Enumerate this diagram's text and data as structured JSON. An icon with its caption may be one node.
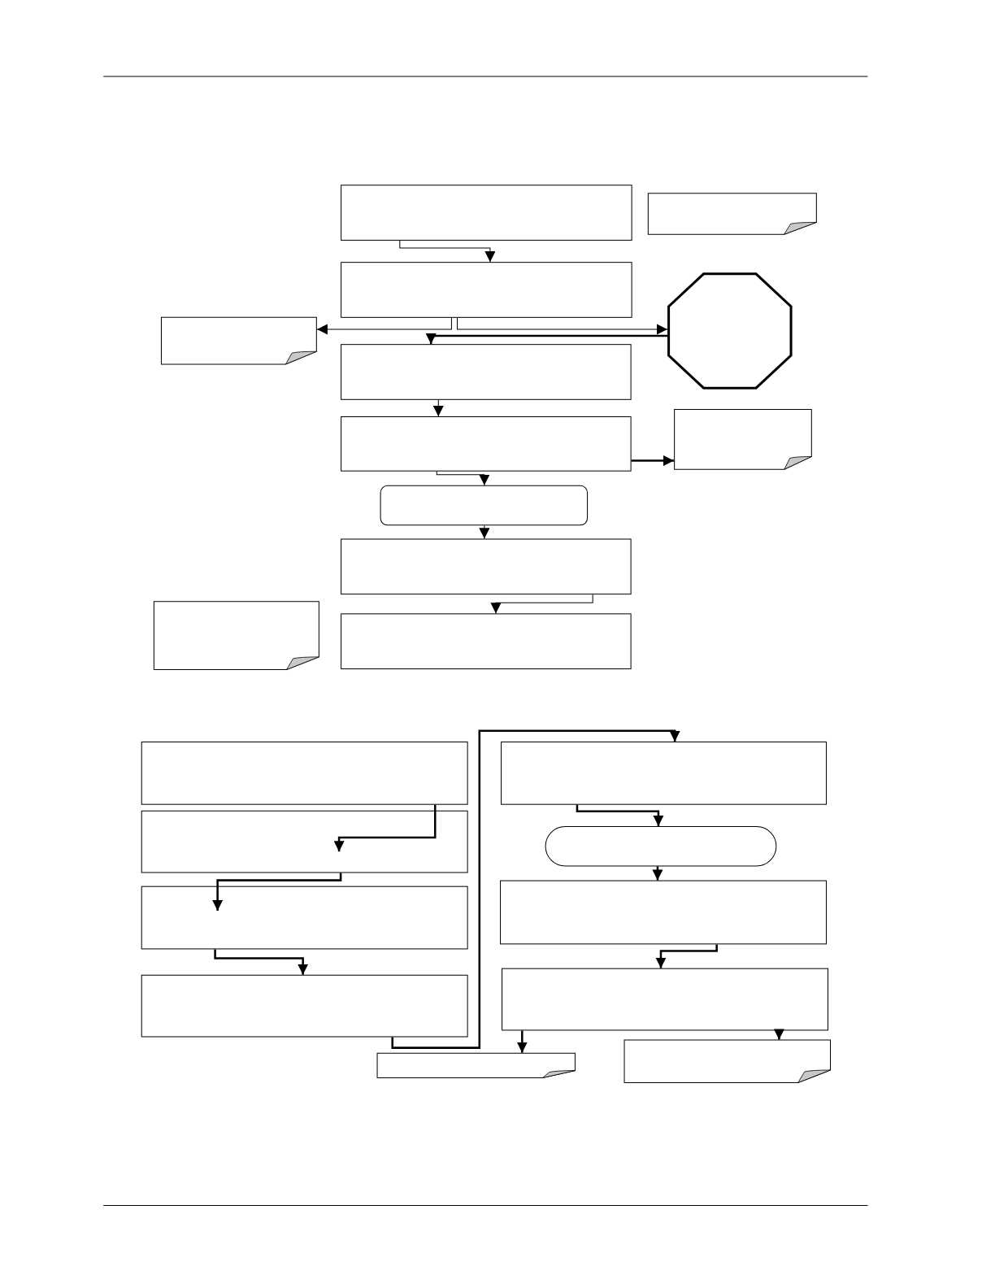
{
  "diagram": {
    "nodes": [
      {
        "text": [],
        "shape": "box"
      },
      {
        "text": [],
        "shape": "note"
      },
      {
        "text": [],
        "shape": "box"
      },
      {
        "text": [],
        "shape": "octagon"
      },
      {
        "text": [],
        "shape": "note"
      },
      {
        "text": [],
        "shape": "box"
      },
      {
        "text": [],
        "shape": "box"
      },
      {
        "text": [],
        "shape": "note"
      },
      {
        "text": [],
        "shape": "rounded"
      },
      {
        "text": [],
        "shape": "box"
      },
      {
        "text": [],
        "shape": "note"
      },
      {
        "text": [],
        "shape": "box"
      },
      {
        "text": [],
        "shape": "box"
      },
      {
        "text": [],
        "shape": "box"
      },
      {
        "text": [],
        "shape": "box"
      },
      {
        "text": [],
        "shape": "box"
      },
      {
        "text": [],
        "shape": "note"
      },
      {
        "text": [],
        "shape": "box"
      },
      {
        "text": [],
        "shape": "pill"
      },
      {
        "text": [],
        "shape": "box"
      },
      {
        "text": [],
        "shape": "box"
      },
      {
        "text": [],
        "shape": "note"
      }
    ],
    "edges": [
      {
        "from": 0,
        "to": 2,
        "arrow": "to"
      },
      {
        "from": 2,
        "to": 4,
        "arrow": "to"
      },
      {
        "from": 2,
        "to": 3,
        "arrow": "to"
      },
      {
        "from": 3,
        "to": 5,
        "arrow": "to"
      },
      {
        "from": 5,
        "to": 6,
        "arrow": "to"
      },
      {
        "from": 6,
        "to": 8,
        "arrow": "to"
      },
      {
        "from": 6,
        "to": 7,
        "arrow": "to"
      },
      {
        "from": 8,
        "to": 9,
        "arrow": "to"
      },
      {
        "from": 9,
        "to": 11,
        "arrow": "to"
      },
      {
        "from": 12,
        "to": 13,
        "arrow": "to"
      },
      {
        "from": 13,
        "to": 14,
        "arrow": "to"
      },
      {
        "from": 14,
        "to": 15,
        "arrow": "to"
      },
      {
        "from": 15,
        "to": 17,
        "arrow": "to"
      },
      {
        "from": 17,
        "to": 18,
        "arrow": "to"
      },
      {
        "from": 18,
        "to": 19,
        "arrow": "to"
      },
      {
        "from": 19,
        "to": 20,
        "arrow": "to"
      },
      {
        "from": 20,
        "to": 16,
        "arrow": "to"
      },
      {
        "from": 20,
        "to": 21,
        "arrow": "to"
      }
    ]
  }
}
